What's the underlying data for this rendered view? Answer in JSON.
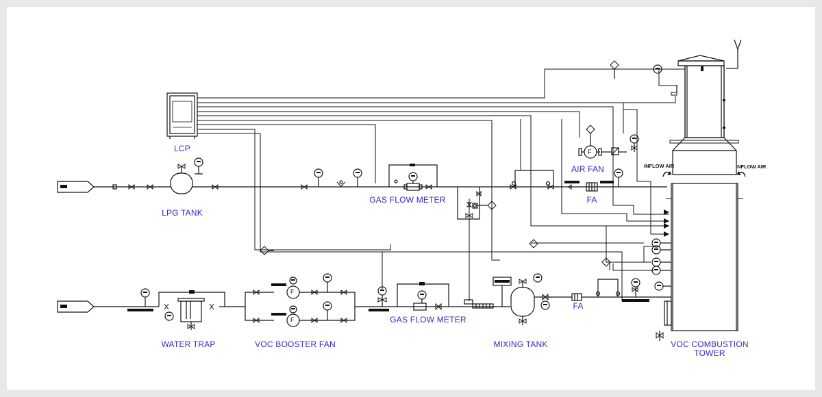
{
  "diagram": {
    "labels": {
      "lcp": "LCP",
      "lpg_tank": "LPG TANK",
      "gas_flow_meter_top": "GAS FLOW METER",
      "air_fan": "AIR FAN",
      "fa_top": "FA",
      "water_trap": "WATER TRAP",
      "voc_booster_fan": "VOC BOOSTER FAN",
      "gas_flow_meter_bottom": "GAS FLOW METER",
      "mixing_tank": "MIXING TANK",
      "fa_bottom": "FA",
      "voc_combustion_tower": "VOC COMBUSTION\nTOWER"
    },
    "inflow_air_left": "INFLOW AIR",
    "inflow_air_right": "INFLOW AIR",
    "fan_symbol": "F",
    "colors": {
      "label": "#3a24c9",
      "line": "#111111",
      "background": "#ffffff",
      "border": "#e8e8e8"
    }
  }
}
